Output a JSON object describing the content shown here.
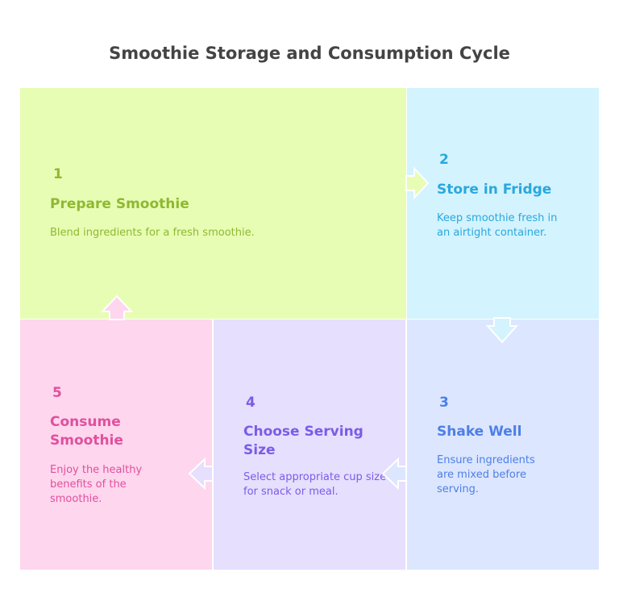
{
  "title": "Smoothie Storage and Consumption Cycle",
  "steps": [
    {
      "number": "1",
      "heading": "Prepare Smoothie",
      "description": "Blend ingredients for a fresh smoothie.",
      "bg": "#e8fdb4",
      "color": "#8fb832"
    },
    {
      "number": "2",
      "heading": "Store in Fridge",
      "description": "Keep smoothie fresh in an airtight container.",
      "bg": "#d3f3fe",
      "color": "#29a8de"
    },
    {
      "number": "3",
      "heading": "Shake Well",
      "description": "Ensure ingredients are mixed before serving.",
      "bg": "#dce6fe",
      "color": "#4d7fe6"
    },
    {
      "number": "4",
      "heading": "Choose Serving Size",
      "description": "Select appropriate cup size for snack or meal.",
      "bg": "#e6dffe",
      "color": "#7b5ce6"
    },
    {
      "number": "5",
      "heading": "Consume Smoothie",
      "description": "Enjoy the healthy benefits of the smoothie.",
      "bg": "#fed6ee",
      "color": "#e0509d"
    }
  ]
}
